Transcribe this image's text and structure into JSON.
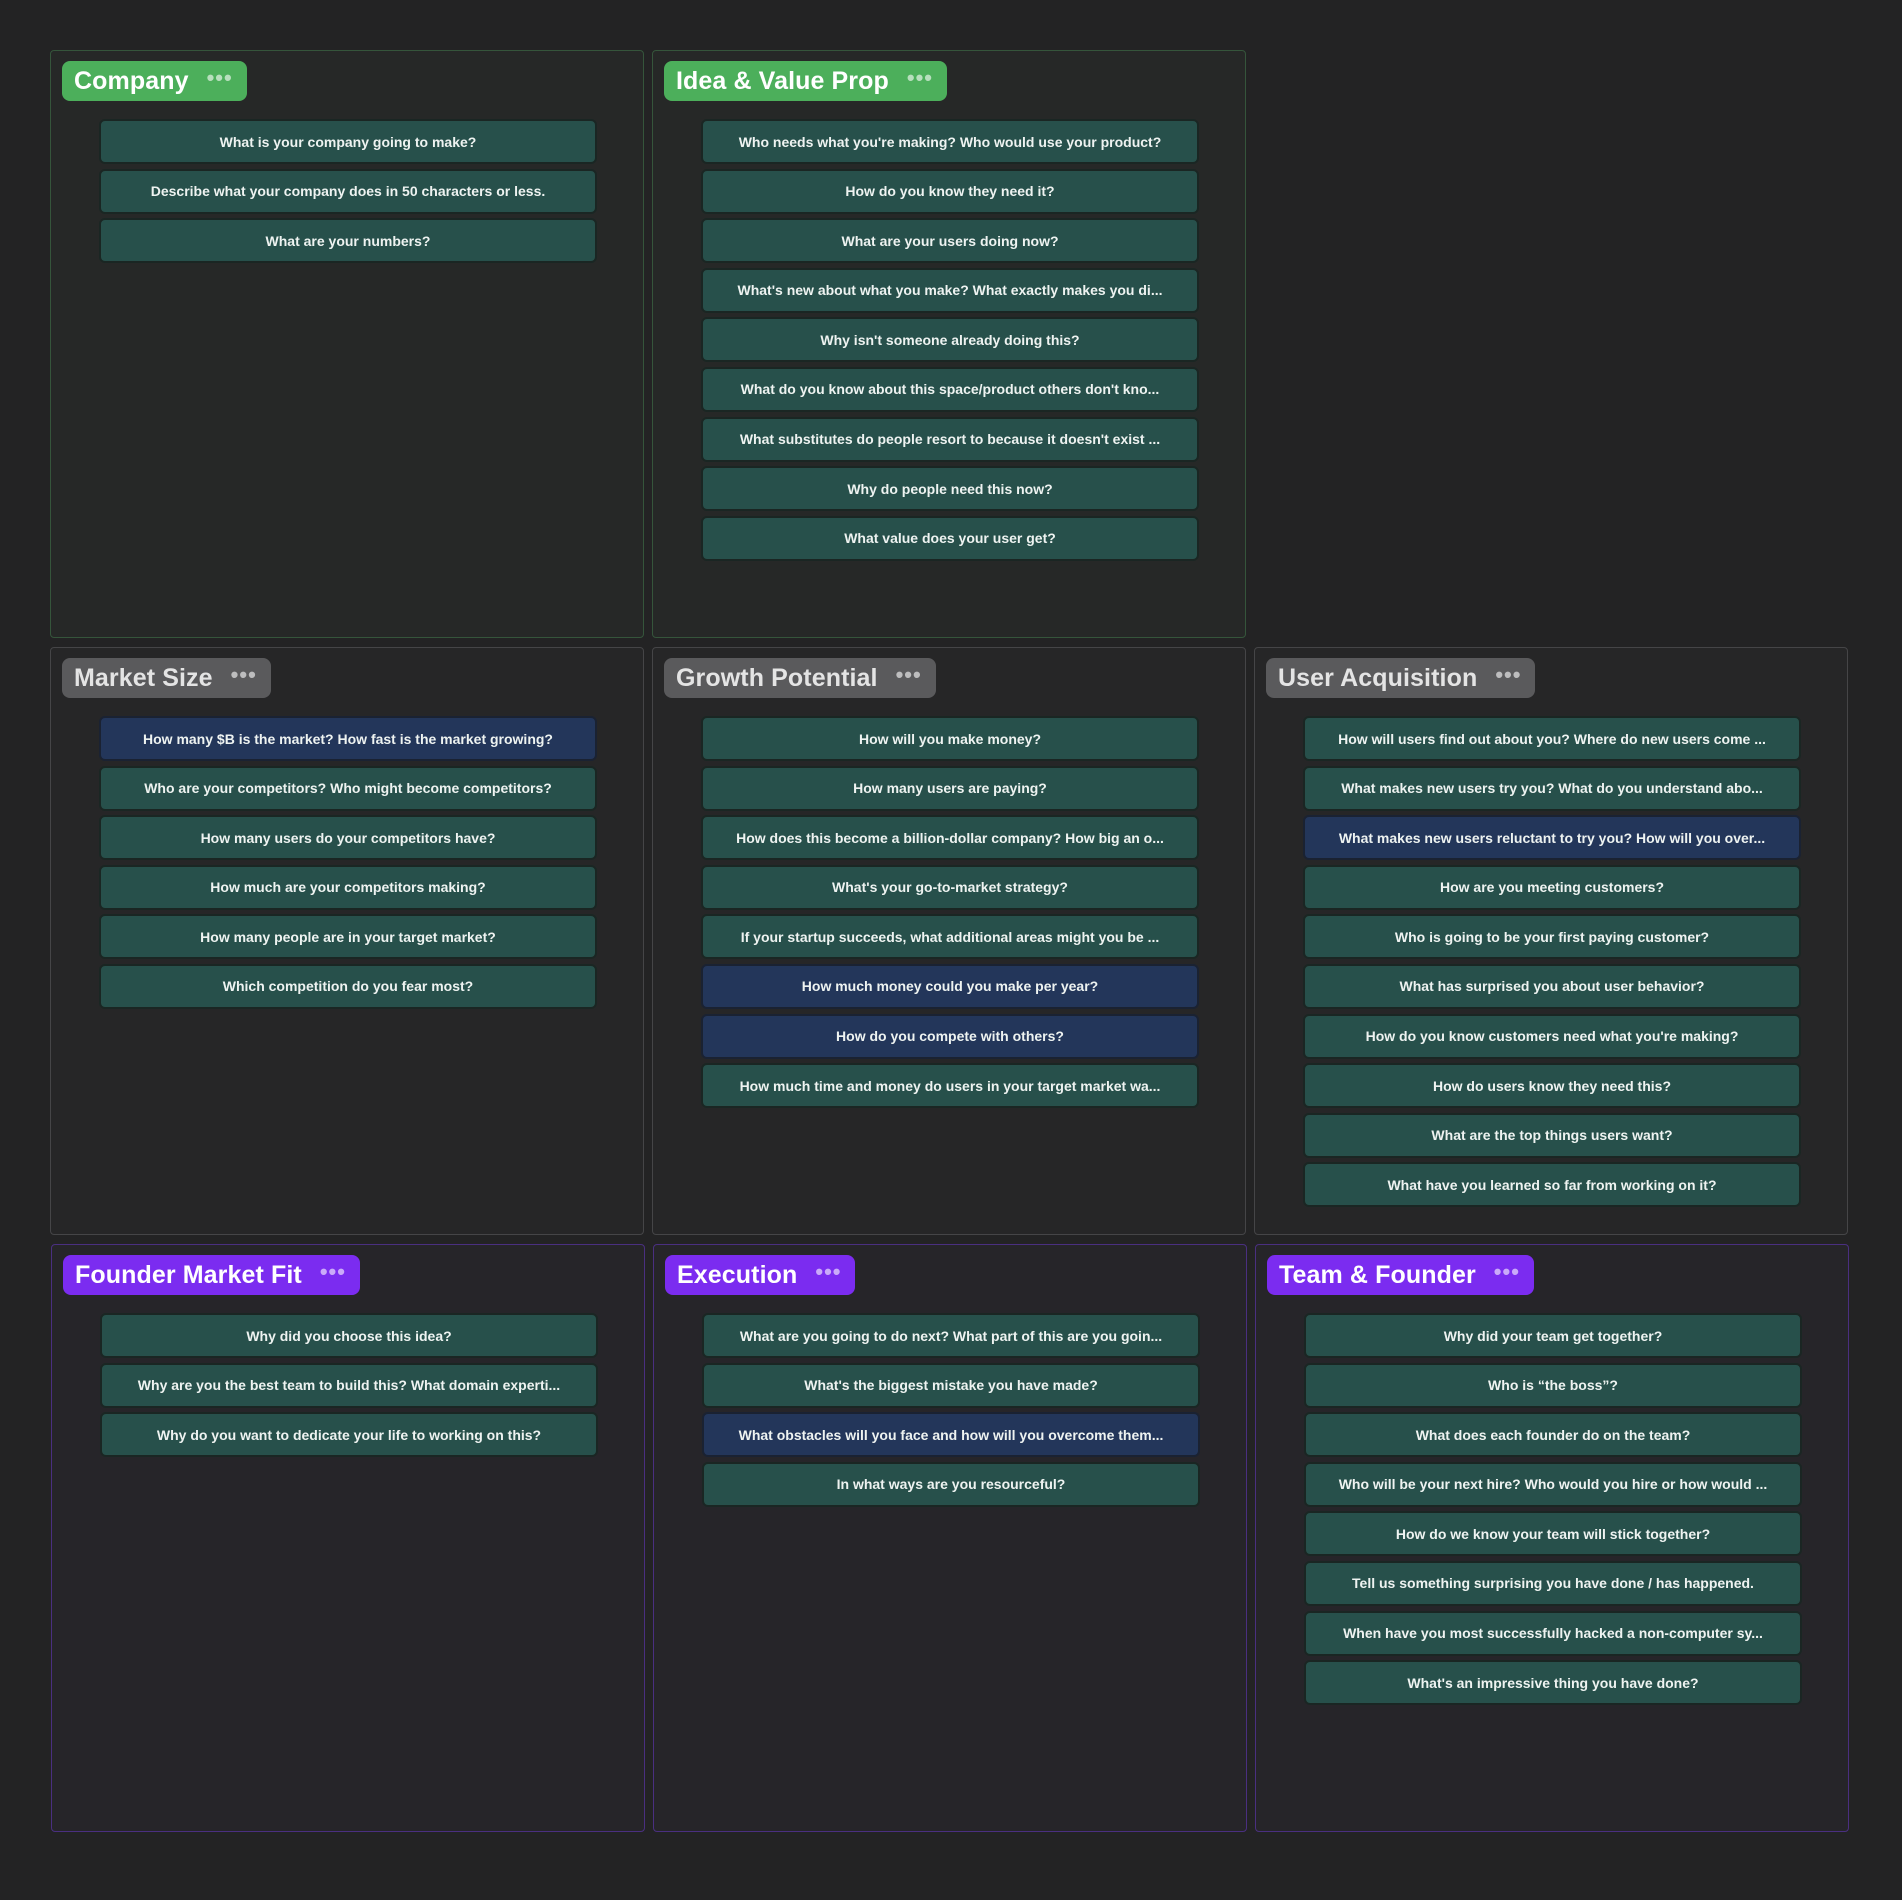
{
  "colors": {
    "background": "#232324",
    "card": "#27504b",
    "card_selected": "#23365a",
    "pill_green": "#4caf5b",
    "pill_gray": "#5a5a5c",
    "pill_purple": "#7b2cf0"
  },
  "menu_icon": "more-horizontal-icon",
  "groups": [
    {
      "title": "Company",
      "cards": [
        "What is your company going to make?",
        "Describe what your company does in 50 characters or less.",
        "What are your numbers?"
      ]
    },
    {
      "title": "Idea & Value Prop",
      "cards": [
        "Who needs what you're making? Who would use your product?",
        "How do you know they need it?",
        "What are your users doing now?",
        "What's new about what you make? What exactly makes you di...",
        "Why isn't someone already doing this?",
        "What do you know about this space/product others don't kno...",
        "What substitutes do people resort to because it doesn't exist ...",
        "Why do people need this now?",
        "What value does your user get?"
      ]
    },
    {
      "title": "Market Size",
      "cards": [
        "How many $B is the market? How fast is the market growing?",
        "Who are your competitors? Who might become competitors?",
        "How many users do your competitors have?",
        "How much are your competitors making?",
        "How many people are in your target market?",
        "Which competition do you fear most?"
      ]
    },
    {
      "title": "Growth Potential",
      "cards": [
        "How will you make money?",
        "How many users are paying?",
        "How does this become a billion-dollar company? How big an o...",
        "What's your go-to-market strategy?",
        "If your startup succeeds, what additional areas might you be ...",
        "How much money could you make per year?",
        "How do you compete with others?",
        "How much time and money do users in your target market wa..."
      ]
    },
    {
      "title": "User Acquisition",
      "cards": [
        "How will users find out about you? Where do new users come ...",
        "What makes new users try you? What do you understand abo...",
        "What makes new users reluctant to try you? How will you over...",
        "How are you meeting customers?",
        "Who is going to be your first paying customer?",
        "What has surprised you about user behavior?",
        "How do you know customers need what you're making?",
        "How do users know they need this?",
        "What are the top things users want?",
        "What have you learned so far from working on it?"
      ]
    },
    {
      "title": "Founder Market Fit",
      "cards": [
        "Why did you choose this idea?",
        "Why are you the best team to build this? What domain experti...",
        "Why do you want to dedicate your life to working on this?"
      ]
    },
    {
      "title": "Execution",
      "cards": [
        "What are you going to do next? What part of this are you goin...",
        "What's the biggest mistake you have made?",
        "What obstacles will you face and how will you overcome them...",
        "In what ways are you resourceful?"
      ]
    },
    {
      "title": "Team & Founder",
      "cards": [
        "Why did your team get together?",
        "Who is “the boss”?",
        "What does each founder do on the team?",
        "Who will be your next hire? Who would you hire or how would ...",
        "How do we know your team will stick together?",
        "Tell us something surprising you have done / has happened.",
        "When have you most successfully hacked a non-computer sy...",
        "What's an impressive thing you have done?"
      ]
    }
  ]
}
